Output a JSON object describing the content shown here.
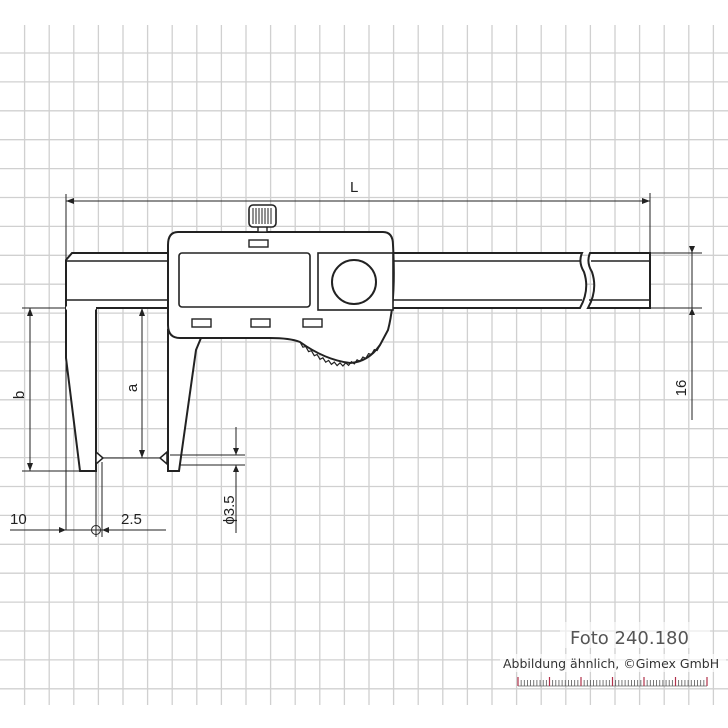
{
  "dimensions": {
    "length": "L",
    "height": "16",
    "jaw_depth_b": "b",
    "jaw_depth_a": "a",
    "offset_left": "10",
    "offset_right": "2.5",
    "pin_diameter": "ϕ3.5"
  },
  "caption": {
    "photo_number": "Foto 240.180",
    "credit": "Abbildung ähnlich, ©Gimex GmbH"
  },
  "colors": {
    "grid": "#d0d0d0",
    "line": "#222222",
    "ruler_major_tick": "#b0304a"
  }
}
